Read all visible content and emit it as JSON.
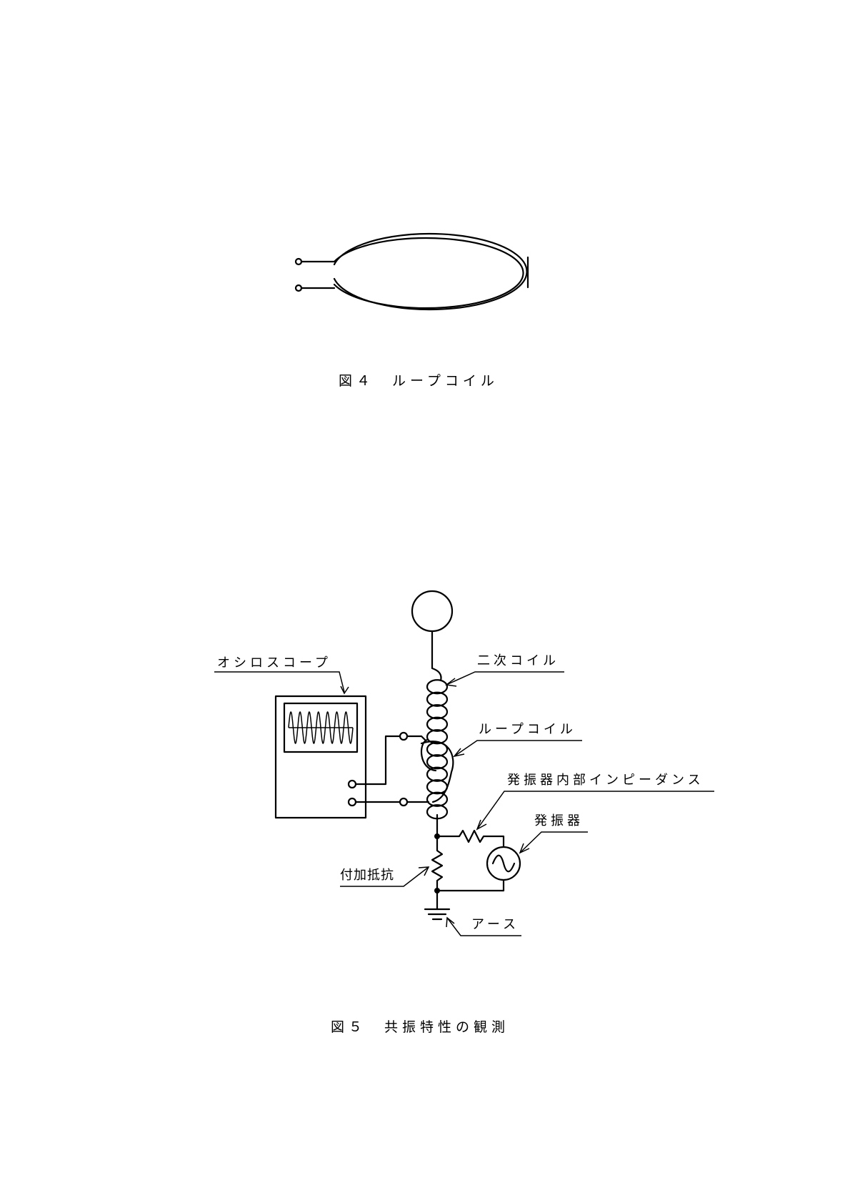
{
  "figure4": {
    "caption": "図４　ループコイル"
  },
  "figure5": {
    "caption": "図５　共振特性の観測",
    "labels": {
      "oscilloscope": "オシロスコープ",
      "secondary_coil": "二次コイル",
      "loop_coil": "ループコイル",
      "oscillator_impedance": "発振器内部インピーダンス",
      "oscillator": "発振器",
      "additional_resistor": "付加抵抗",
      "earth": "アース"
    }
  }
}
